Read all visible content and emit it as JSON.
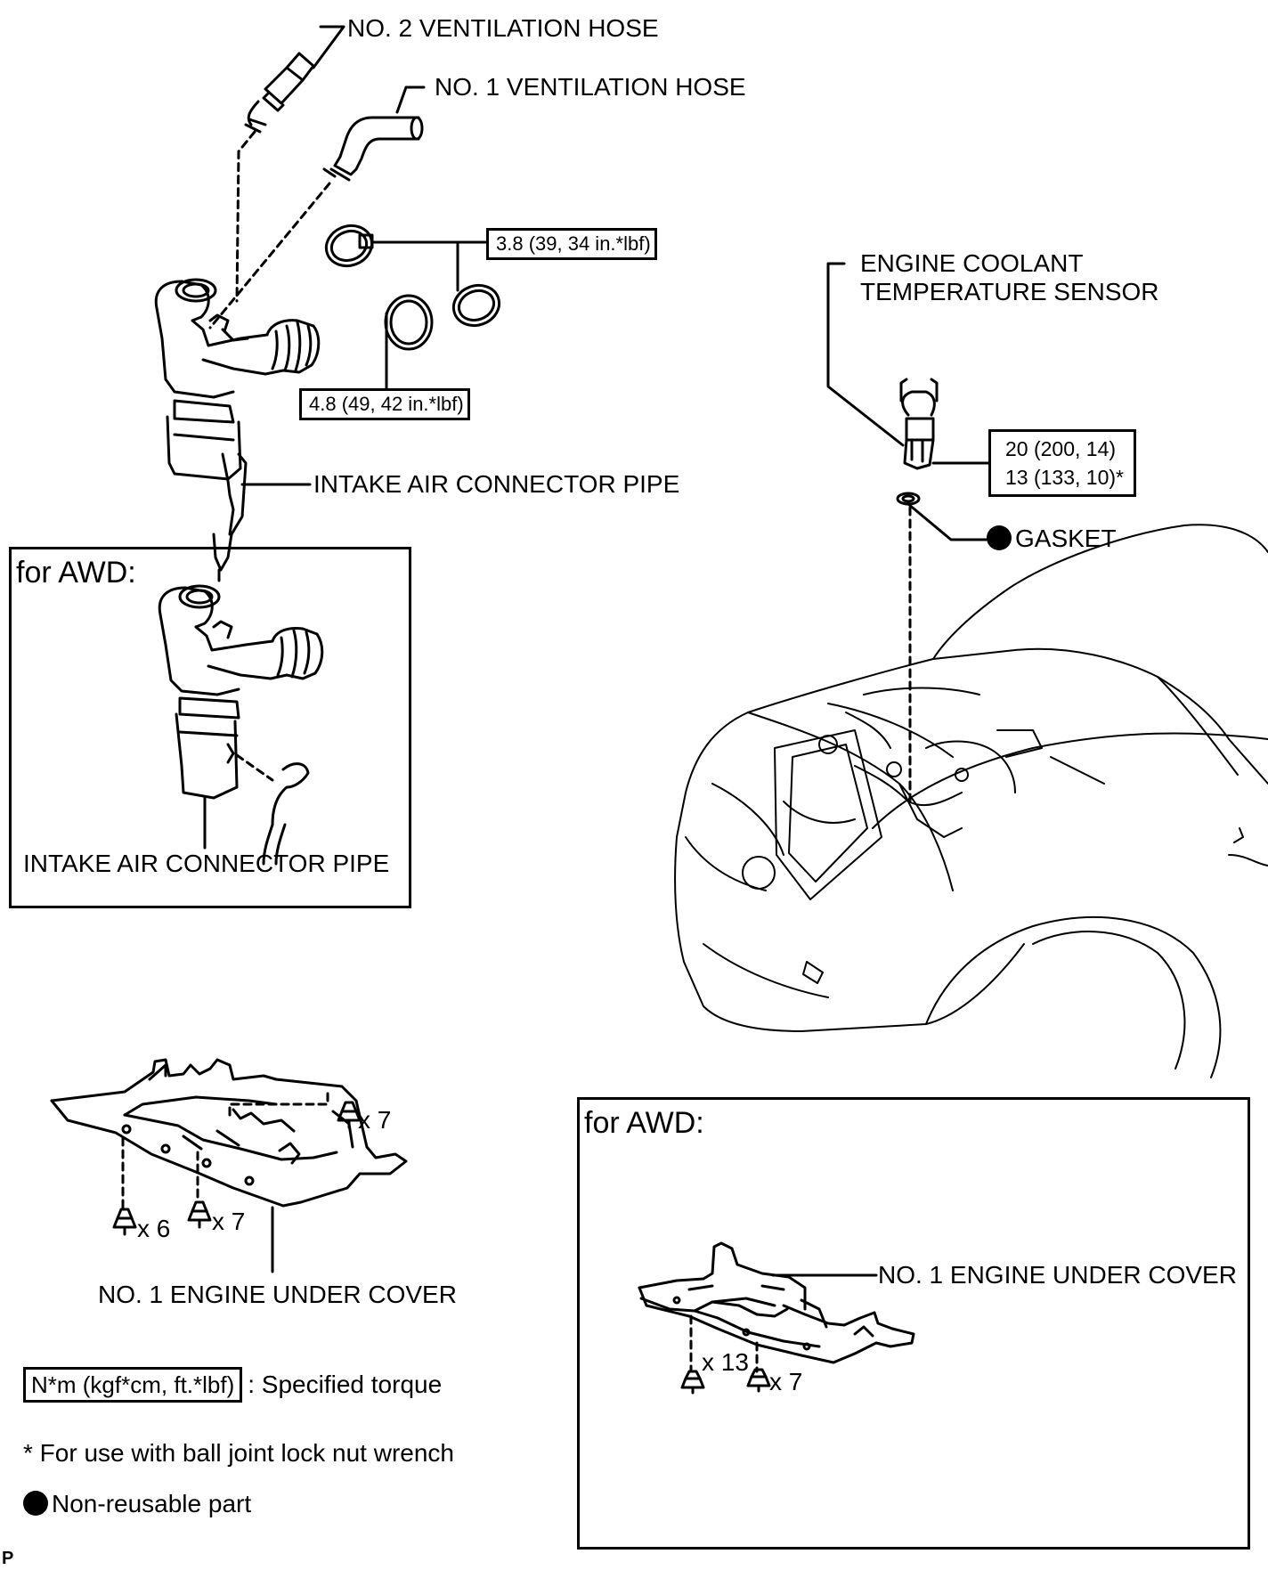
{
  "labels": {
    "no2_hose": "NO. 2 VENTILATION HOSE",
    "no1_hose": "NO. 1 VENTILATION HOSE",
    "intake_pipe": "INTAKE AIR CONNECTOR PIPE",
    "intake_pipe_awd": "INTAKE AIR CONNECTOR PIPE",
    "ect_sensor_line1": "ENGINE COOLANT",
    "ect_sensor_line2": "TEMPERATURE SENSOR",
    "gasket": "GASKET",
    "under_cover": "NO. 1 ENGINE UNDER COVER",
    "under_cover_awd": "NO. 1 ENGINE UNDER COVER",
    "awd_tag_1": "for AWD:",
    "awd_tag_2": "for AWD:"
  },
  "torque": {
    "clamp_upper": "3.8 (39, 34 in.*lbf)",
    "clamp_lower": "4.8 (49, 42 in.*lbf)",
    "sensor_line1": "20 (200, 14)",
    "sensor_line2": "13 (133, 10)*"
  },
  "fasteners": {
    "top_right": "x 7",
    "bottom_left": "x 6",
    "bottom_mid": "x 7",
    "awd_left": "x 13",
    "awd_right": "x 7"
  },
  "legend": {
    "torque_key": "N*m (kgf*cm, ft.*lbf)",
    "torque_desc": ": Specified torque",
    "note": "* For use with ball joint lock nut wrench",
    "nonreusable": "Non-reusable part"
  },
  "corner_code": "P"
}
